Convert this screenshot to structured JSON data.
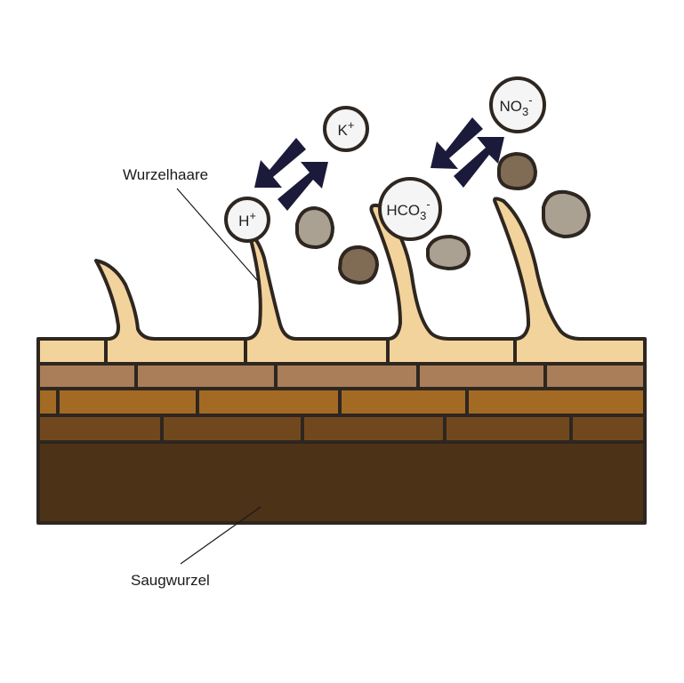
{
  "labels": {
    "root_hairs": "Wurzelhaare",
    "absorbing_root": "Saugwurzel"
  },
  "ions": {
    "h_plus": {
      "base": "H",
      "sup": "+"
    },
    "k_plus": {
      "base": "K",
      "sup": "+"
    },
    "hco3_minus": {
      "base": "HCO",
      "sub": "3",
      "sup": "-"
    },
    "no3_minus": {
      "base": "NO",
      "sub": "3",
      "sup": "-"
    }
  },
  "colors": {
    "outline": "#2e2620",
    "root_hair": "#f2d39b",
    "soil_layer_1": "#a97e58",
    "soil_layer_2": "#a36a24",
    "soil_layer_3": "#71481e",
    "soil_layer_4": "#4c3217",
    "arrow": "#1c1a3b",
    "ion_fill": "#f5f5f5",
    "particle_light": "#aaa192",
    "particle_dark": "#806b54"
  }
}
